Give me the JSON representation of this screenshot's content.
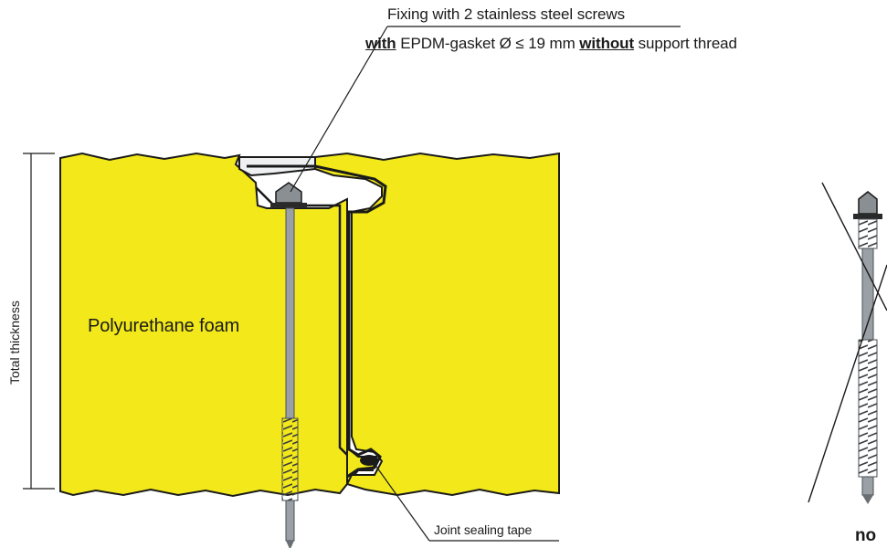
{
  "callout": {
    "line1": "Fixing with 2 stainless steel screws",
    "line2_with": "with",
    "line2_mid": " EPDM-gasket Ø ≤ 19 mm ",
    "line2_without": "without",
    "line2_end": " support thread"
  },
  "labels": {
    "foam": "Polyurethane foam",
    "joint_tape": "Joint sealing tape",
    "total_thickness": "Total thickness",
    "no": "no"
  },
  "colors": {
    "foam": "#f2e81a",
    "outline": "#1a1a1a",
    "screw": "#8a8f94"
  },
  "icons": [
    "screw-icon",
    "crossed-screw-icon"
  ]
}
